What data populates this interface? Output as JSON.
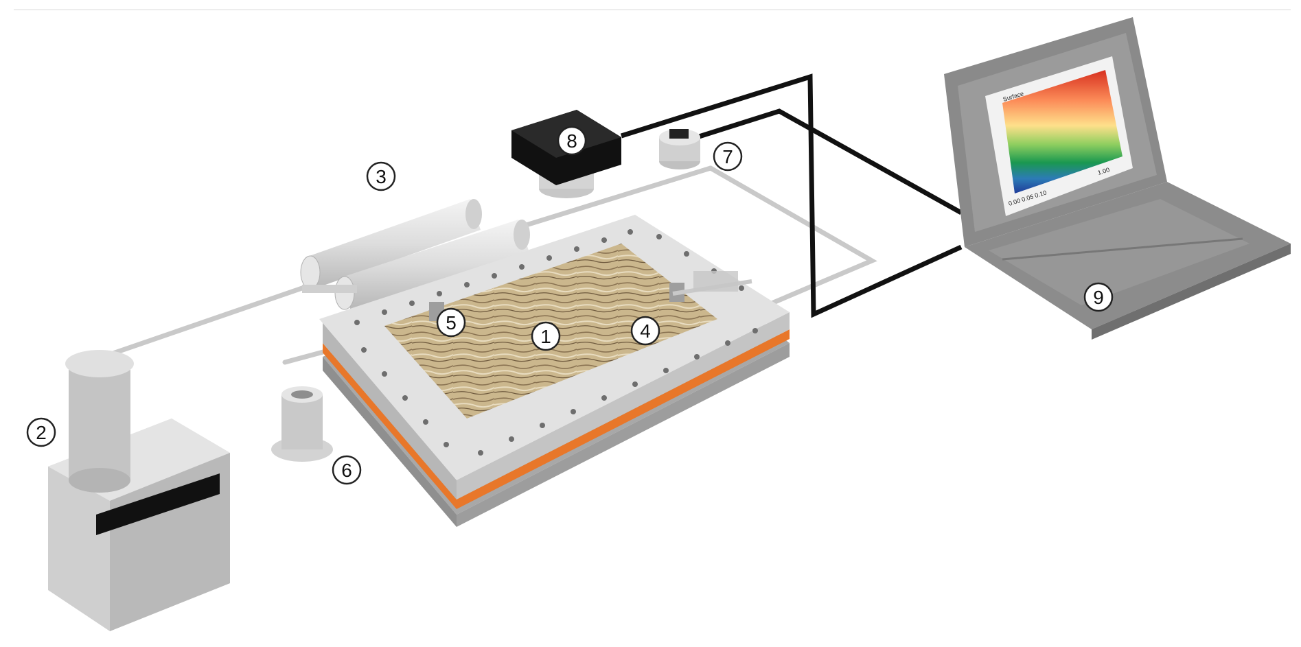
{
  "diagram": {
    "callouts": [
      {
        "id": "1",
        "label": "1"
      },
      {
        "id": "2",
        "label": "2"
      },
      {
        "id": "3",
        "label": "3"
      },
      {
        "id": "4",
        "label": "4"
      },
      {
        "id": "5",
        "label": "5"
      },
      {
        "id": "6",
        "label": "6"
      },
      {
        "id": "7",
        "label": "7"
      },
      {
        "id": "8",
        "label": "8"
      },
      {
        "id": "9",
        "label": "9"
      }
    ],
    "screen_labels": {
      "title": "Surface",
      "bottom_left": "0.00 0.05 0.10",
      "bottom_right": "1.00"
    },
    "colors": {
      "metal_light": "#d9d9d9",
      "metal_mid": "#bdbdbd",
      "metal_dark": "#9a9a9a",
      "orange_seal": "#e8772a",
      "cable": "#111111",
      "laptop": "#8c8c8c",
      "sand": "#c8b58a"
    }
  }
}
